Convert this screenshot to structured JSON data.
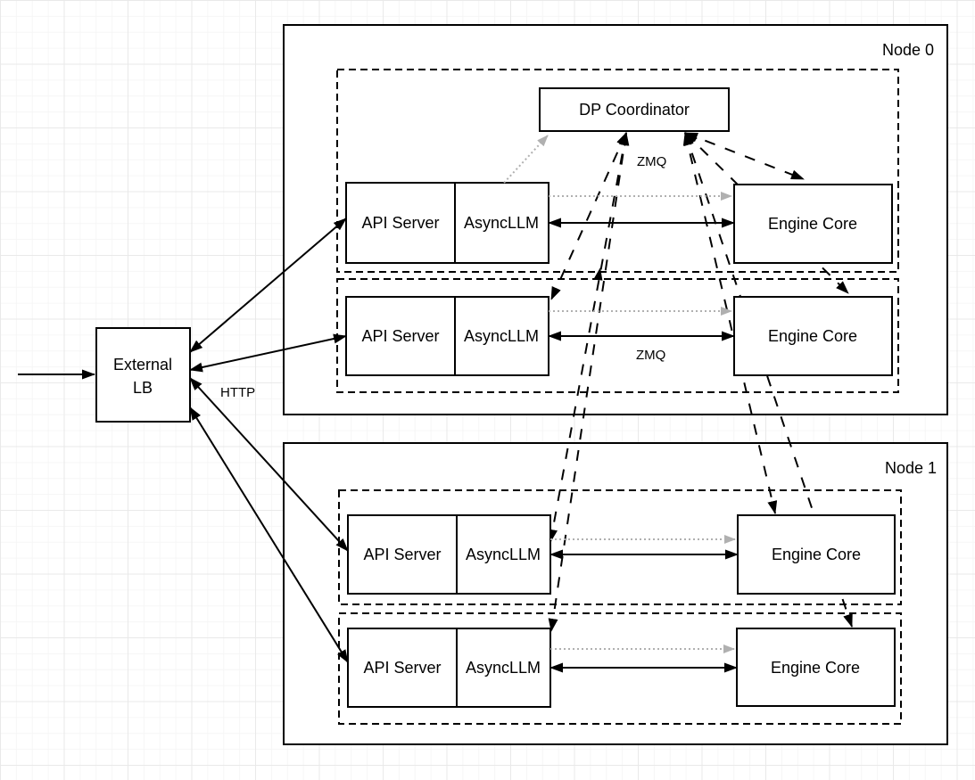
{
  "diagram": {
    "nodes": [
      {
        "label": "Node 0"
      },
      {
        "label": "Node 1"
      }
    ],
    "components": {
      "dp_coordinator": "DP Coordinator",
      "api_server": "API Server",
      "async_llm": "AsyncLLM",
      "engine_core": "Engine Core",
      "external_lb": [
        "External",
        "LB"
      ]
    },
    "edge_labels": {
      "zmq_coordinator": "ZMQ",
      "zmq_row": "ZMQ",
      "http": "HTTP"
    },
    "colors": {
      "line": "#000000",
      "secondary_dotted": "#b0b0b0",
      "box_fill": "#ffffff",
      "grid_minor": "#f6f6f6",
      "grid_major": "#e9e9e9"
    }
  }
}
